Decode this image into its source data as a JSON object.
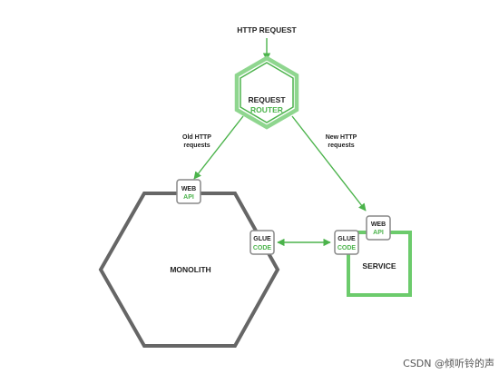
{
  "diagram": {
    "top_label": "HTTP REQUEST",
    "router": {
      "line1": "REQUEST",
      "line2": "ROUTER"
    },
    "old_requests": {
      "line1": "Old HTTP",
      "line2": "requests"
    },
    "new_requests": {
      "line1": "New HTTP",
      "line2": "requests"
    },
    "monolith": {
      "label": "MONOLITH",
      "web_api": {
        "line1": "WEB",
        "line2": "API"
      },
      "glue_code": {
        "line1": "GLUE",
        "line2": "CODE"
      }
    },
    "service": {
      "label": "SERVICE",
      "web_api": {
        "line1": "WEB",
        "line2": "API"
      },
      "glue_code": {
        "line1": "GLUE",
        "line2": "CODE"
      }
    },
    "watermark": "CSDN @倾听铃的声"
  },
  "colors": {
    "green": "#4bb34b",
    "green_light": "#8fd68f",
    "gray": "#666666",
    "text": "#222222"
  }
}
